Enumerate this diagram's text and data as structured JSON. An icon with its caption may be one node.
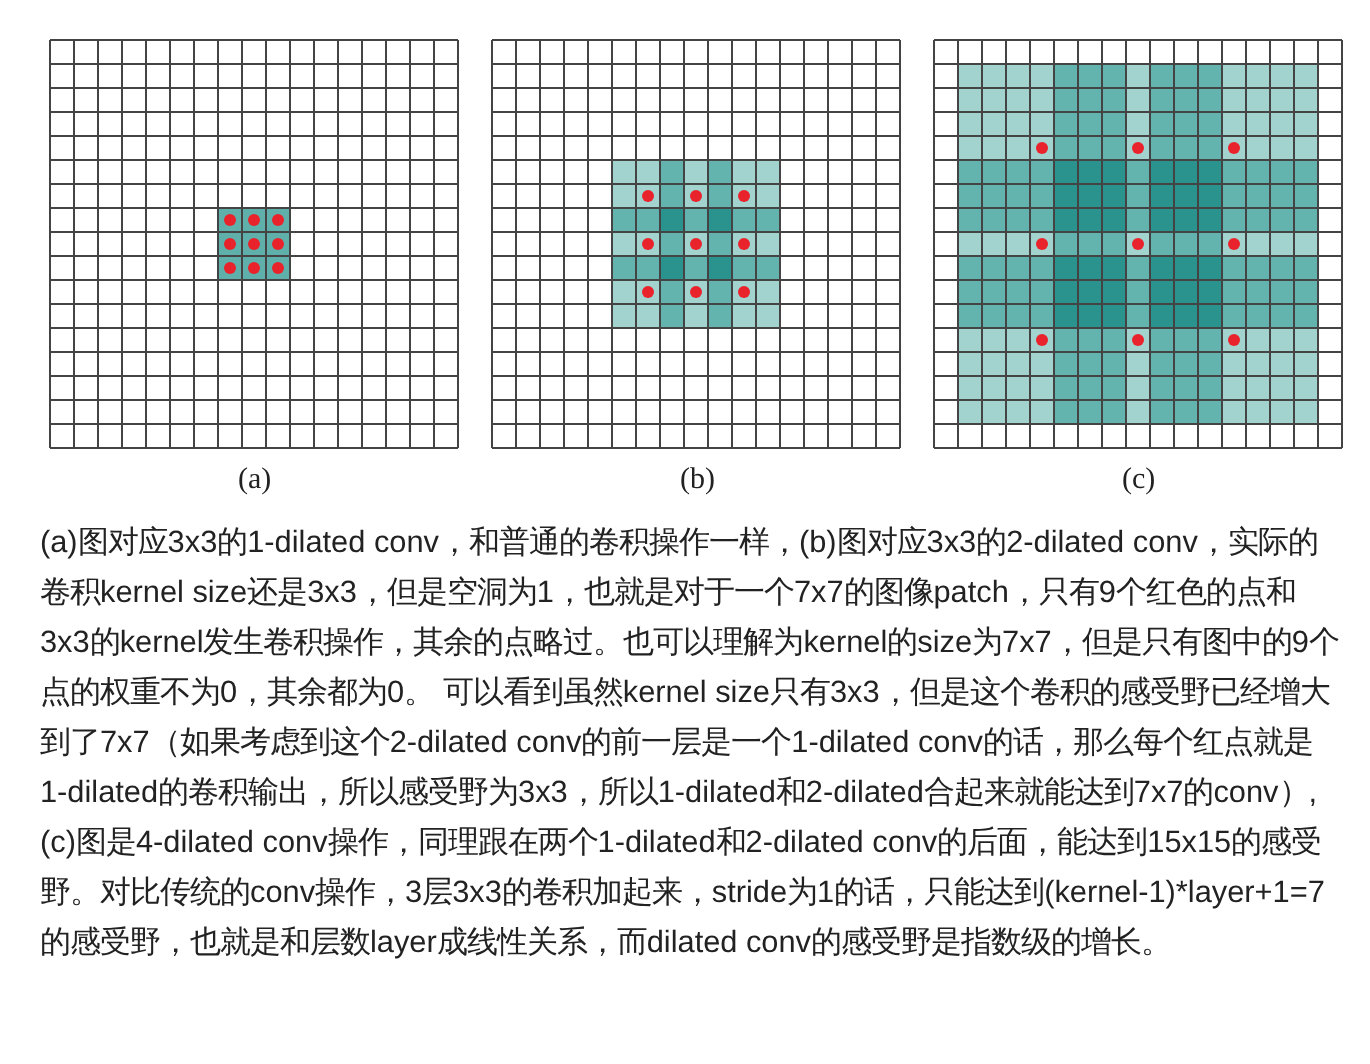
{
  "diagram": {
    "labels": [
      "(a)",
      "(b)",
      "(c)"
    ],
    "caption": "(a)图对应3x3的1-dilated conv，和普通的卷积操作一样，(b)图对应3x3的2-dilated conv，实际的卷积kernel size还是3x3，但是空洞为1，也就是对于一个7x7的图像patch，只有9个红色的点和3x3的kernel发生卷积操作，其余的点略过。也可以理解为kernel的size为7x7，但是只有图中的9个点的权重不为0，其余都为0。 可以看到虽然kernel size只有3x3，但是这个卷积的感受野已经增大到了7x7（如果考虑到这个2-dilated conv的前一层是一个1-dilated conv的话，那么每个红点就是1-dilated的卷积输出，所以感受野为3x3，所以1-dilated和2-dilated合起来就能达到7x7的conv）,(c)图是4-dilated conv操作，同理跟在两个1-dilated和2-dilated conv的后面，能达到15x15的感受野。对比传统的conv操作，3层3x3的卷积加起来，stride为1的话，只能达到(kernel-1)*layer+1=7的感受野，也就是和层数layer成线性关系，而dilated conv的感受野是指数级的增长。"
  }
}
